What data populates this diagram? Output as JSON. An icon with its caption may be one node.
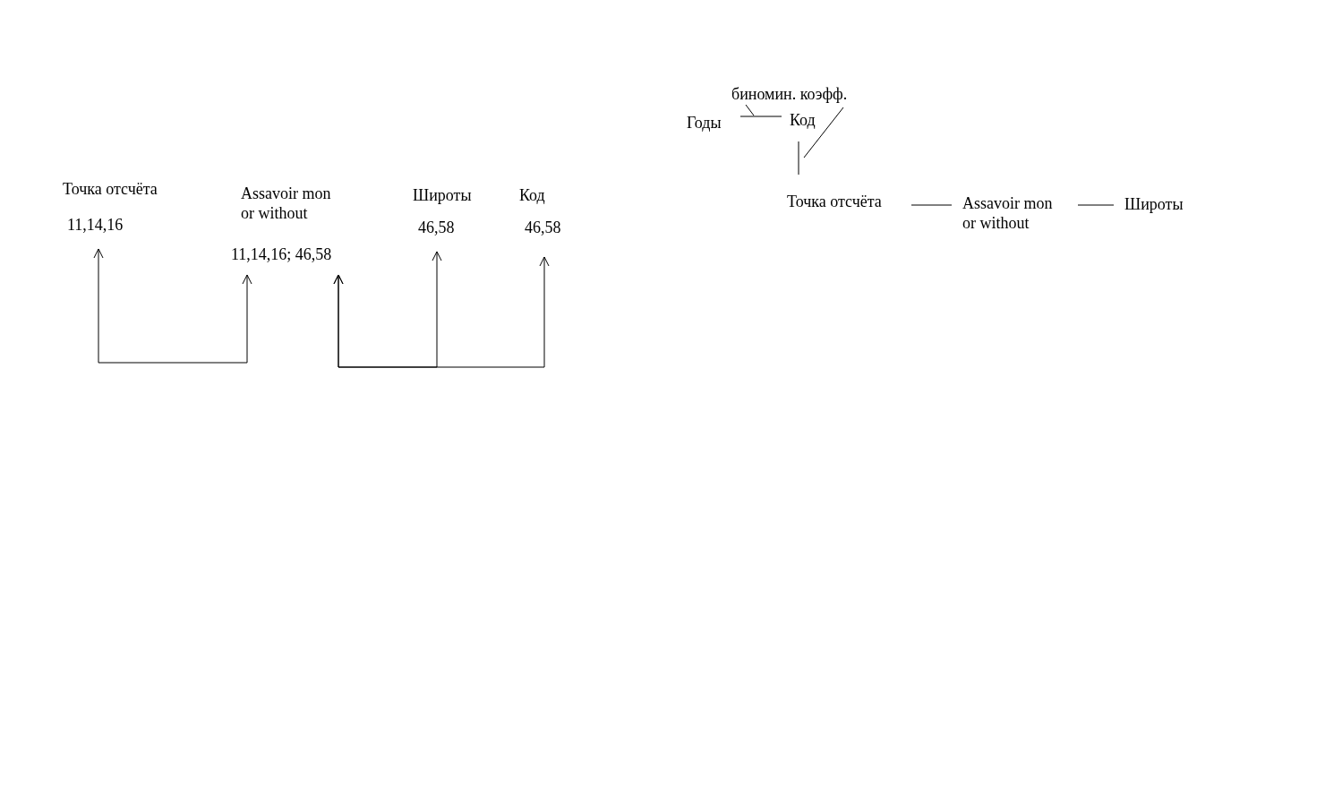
{
  "diagram": {
    "nodes": [
      {
        "text": [
          "Точка отсчёта",
          "11,14,16"
        ]
      },
      {
        "text": [
          "Assavoir mon or without",
          "11,14,16; 46,58"
        ]
      },
      {
        "text": [
          "Широты",
          "46,58"
        ]
      },
      {
        "text": [
          "Код",
          "46,58"
        ]
      },
      {
        "text": [
          "биномин. коэфф."
        ]
      },
      {
        "text": [
          "Годы"
        ]
      },
      {
        "text": [
          "Код"
        ]
      },
      {
        "text": [
          "Точка отсчёта"
        ]
      },
      {
        "text": [
          "Assavoir mon or without"
        ]
      },
      {
        "text": [
          "Широты"
        ]
      }
    ],
    "edges": [
      {
        "from": 0,
        "to": 1,
        "arrow": "both"
      },
      {
        "from": 1,
        "to": 2,
        "arrow": "both"
      },
      {
        "from": 1,
        "to": 3,
        "arrow": "both"
      },
      {
        "from": 5,
        "to": 6,
        "arrow": "none"
      },
      {
        "from": 4,
        "to": null,
        "arrow": "none"
      },
      {
        "from": 4,
        "to": 6,
        "arrow": "none"
      },
      {
        "from": 6,
        "to": 7,
        "arrow": "none"
      },
      {
        "from": 7,
        "to": 8,
        "arrow": "none"
      },
      {
        "from": 8,
        "to": 9,
        "arrow": "none"
      }
    ]
  }
}
